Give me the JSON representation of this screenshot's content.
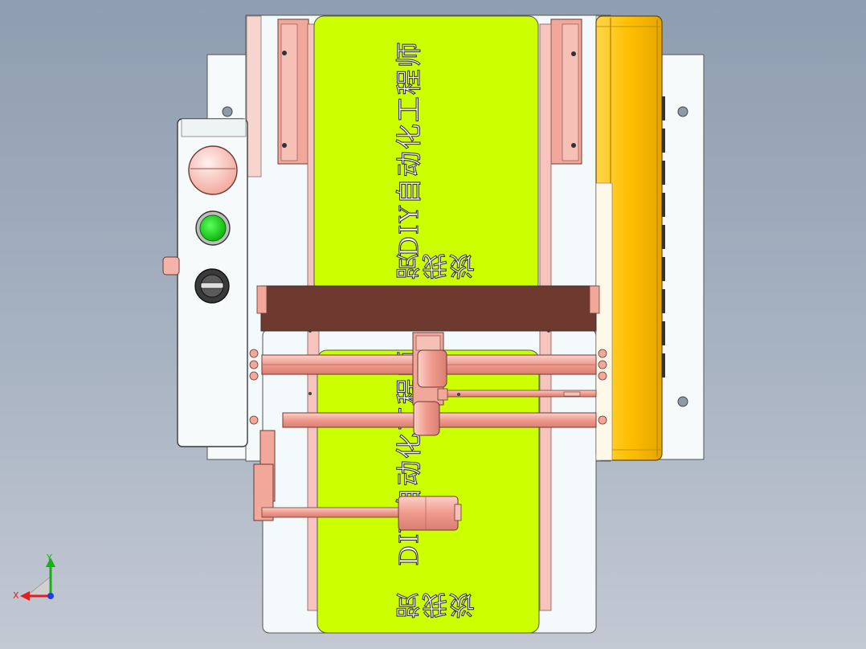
{
  "drawing": {
    "upper_label_line1": "DIY自动化工程师",
    "upper_label_line2": "谈我贺",
    "lower_label_line1": "DIY自动化工程师",
    "lower_label_line2": "谈我贺"
  },
  "triad": {
    "x_label": "X",
    "y_label": "Y",
    "x_color": "#e02020",
    "y_color": "#18b018",
    "z_color": "#2040e0"
  },
  "colors": {
    "background": "#a8b3c2",
    "belt": "#ccff00",
    "pink_part": "#f2a79b",
    "crossbar": "#6e3a30",
    "yellow_box": "#ffc000",
    "start_button": "#22dd22",
    "frame": "#f4f9fb"
  },
  "icons": [
    "emergency-stop-button-icon",
    "start-button-icon",
    "selector-switch-icon",
    "coordinate-triad-icon"
  ]
}
